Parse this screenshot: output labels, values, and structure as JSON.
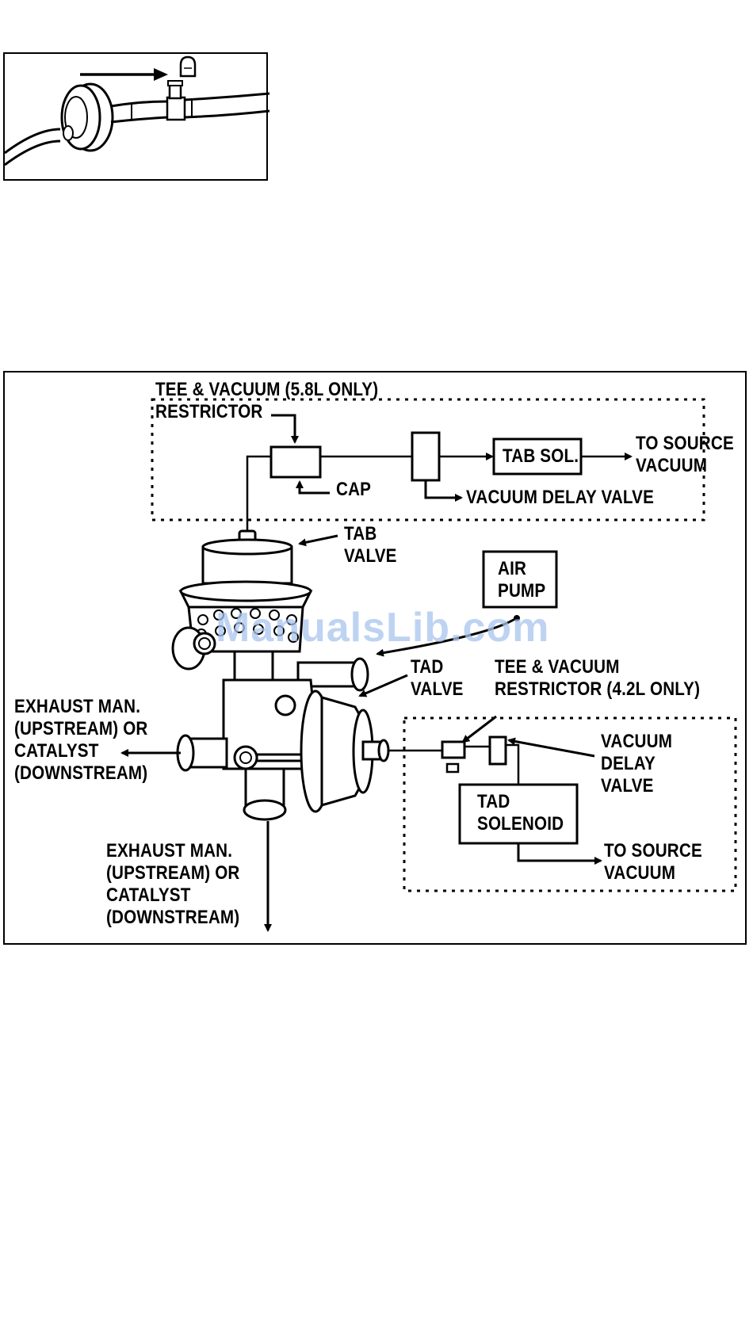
{
  "figure_top": {
    "description_icons": [
      "filter-icon",
      "vacuum-cap-icon",
      "tee-fitting-icon",
      "arrow-icon"
    ]
  },
  "figure_main": {
    "labels": {
      "tee_vacuum_58": "TEE & VACUUM (5.8L ONLY)\nRESTRICTOR",
      "cap": "CAP",
      "tab_sol": "TAB SOL.",
      "to_source_vacuum_top": "TO SOURCE\nVACUUM",
      "vacuum_delay_valve_top": "VACUUM DELAY VALVE",
      "tab_valve": "TAB\nVALVE",
      "air_pump": "AIR\nPUMP",
      "tad_valve": "TAD\nVALVE",
      "tee_vacuum_42": "TEE & VACUUM\nRESTRICTOR (4.2L ONLY)",
      "vacuum_delay_valve_right": "VACUUM\nDELAY\nVALVE",
      "tad_solenoid": "TAD\nSOLENOID",
      "to_source_vacuum_bottom": "TO SOURCE\nVACUUM",
      "exhaust_left": "EXHAUST MAN.\n(UPSTREAM) OR\nCATALYST\n(DOWNSTREAM)",
      "exhaust_bottom": "EXHAUST MAN.\n(UPSTREAM) OR\nCATALYST\n(DOWNSTREAM)"
    }
  },
  "watermark": "ManualsLib.com"
}
